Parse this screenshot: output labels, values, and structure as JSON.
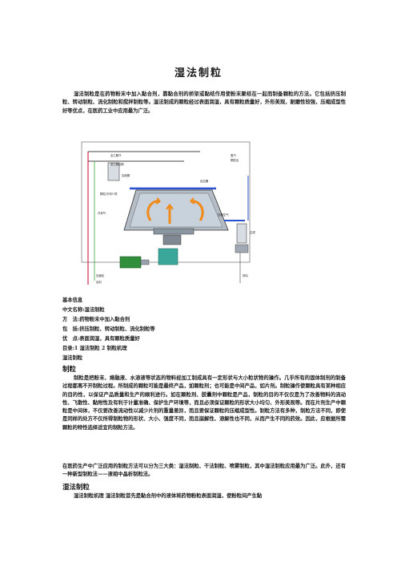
{
  "title": "湿法制粒",
  "intro": "湿法制粒是在药物粉末中加入黏合剂，靠黏合剂的桥架或黏结作用使粉末聚结在一起而制备颗粒的方法。它包括挤压制粒、转动制粒、流化制粒和搅拌制粒等。湿法制成的颗粒经过表面润湿，具有颗粒质量好，外形美观，耐磨性较强，压缩成型性好等优点，在医药工业中应用最为广泛。",
  "diagram_labels": {
    "l1": "全乙醇汽",
    "l2": "全乙醇回收",
    "l3": "加液罐",
    "l4": "颗粒/冷却介质",
    "l5": "冷却气",
    "l6": "反应器",
    "l7": "蒸汽",
    "l8": "颗粒出",
    "l9": "压缩空气",
    "l10": "出料",
    "l11": "压缩机",
    "l12": "排料",
    "l13": "过滤"
  },
  "basic_info": {
    "heading": "基本信息",
    "rows": [
      {
        "label": "中文名称:",
        "value": "湿法制粒"
      },
      {
        "label": "方　法:",
        "value": "药物粉末中加入黏合剂"
      },
      {
        "label": "包　括:",
        "value": "挤压制粒、转动制粒、流化制粒等"
      },
      {
        "label": "优　点:",
        "value": "表面润湿，具有颗粒质量好"
      }
    ],
    "toc": "目录:1 湿法制粒 2 制粒机理",
    "toc_item": "湿法制粒"
  },
  "section1": {
    "heading": "制粒",
    "p1": "制粒是把粉末、熔融液、水溶液等状态的物料经加工制成具有一定形状与大小粒状物的操作。几乎所有的固体制剂的制备过程都离不开制粒过程。所制成的颗粒可能是最终产品，如颗粒剂；也可能是中间产品，如片剂。制粒操作使颗粒具有某种相应的目的性，以保证产品质量和生产的顺利进行。如在颗粒剂、胶囊剂中颗粒是产品，制粒的目的不仅仅是为了改善物料的流动性、飞散性、黏附性及有利于计量准确、保护生产环境等，而且必须保证颗粒的形状大小均匀、外形美观等。而在片剂生产中颗粒是中间体，不仅要改善流动性以减少片剂的重量差异，而且要保证颗粒的压缩成型性。制粒方法有多种，制粒方法不同，即使是同样的处方不仅所得制粒物的形状、大小、强度不同，而且崩解性、溶解性也不同，从而产生不同的药效。因此，应根据所需颗粒的特性选择适宜的制粒方法。",
    "p2": "在医药生产中广泛应用的制粒方法可以分为三大类：湿法制粒、干法制粒、喷雾制粒，其中湿法制粒应用最为广泛。此外，还有一种新型制粒法——液相中晶析制粒法。"
  },
  "section2": {
    "heading": "湿法制粒",
    "p1": "湿法制粒机理 湿法制粒首先是黏合剂中的液体将药物粉粒表面润湿，使粉粒间产生黏"
  }
}
